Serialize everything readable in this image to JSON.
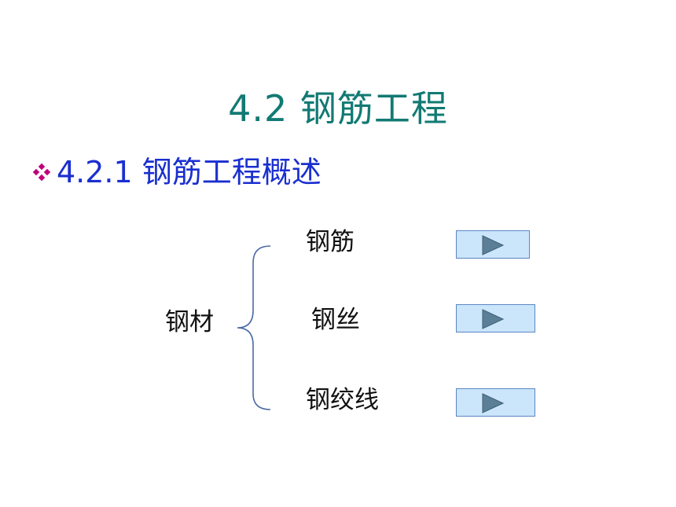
{
  "slide": {
    "title": "4.2 钢筋工程",
    "subtitle": "4.2.1 钢筋工程概述",
    "bullet_icon": "diamond-dots-bullet",
    "colors": {
      "title": "#127a73",
      "subtitle": "#1a2fd0",
      "bullet": "#c0007a",
      "brace": "#4b6aa6",
      "button_fill": "#cbe5fa",
      "button_border": "#5b86c5",
      "play_icon": "#5c7f98"
    }
  },
  "diagram": {
    "root": "钢材",
    "branches": [
      {
        "label": "钢筋",
        "button_icon": "play-icon"
      },
      {
        "label": "钢丝",
        "button_icon": "play-icon"
      },
      {
        "label": "钢绞线",
        "button_icon": "play-icon"
      }
    ]
  }
}
